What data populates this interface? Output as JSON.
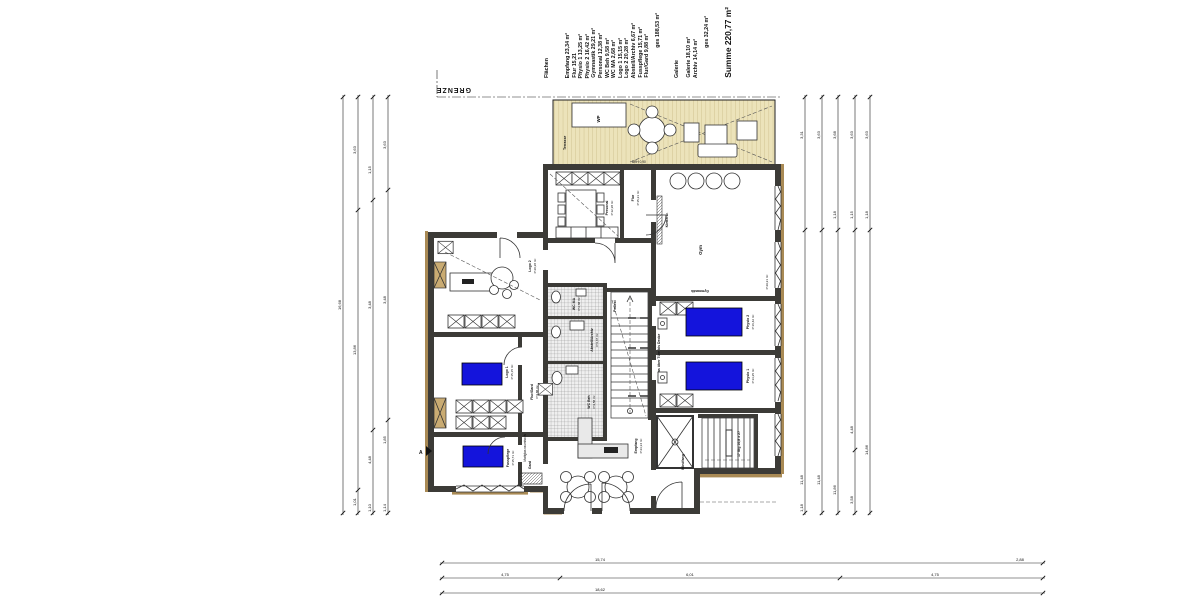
{
  "legend": {
    "flaechen_title": "Flächen",
    "main_items": [
      "Empfang 23,34 m²",
      "Flur 15,21",
      "Physio 1 13,25 m²",
      "Physio 2 16,42 m²",
      "Gymnastik 29,21 m²",
      "Personal 12,38 m²",
      "WC Beh 9,58 m²",
      "WC MA 2,68 m²",
      "Logo 1 15,15 m²",
      "Logo 2 20,28 m²",
      "Abstell/Archiv 6,67 m²",
      "Fusspflege 15,71 m²",
      "Flur/Gard 9,88 m²"
    ],
    "main_total": "ges 188,53 m²",
    "galerie_title": "Galerie",
    "galerie_items": [
      "Galerie 18,10 m²",
      "Archiv 14,14 m²"
    ],
    "galerie_total": "ges 32,24 m²",
    "summe": "Summe 220,77 m²"
  },
  "boundary": {
    "grenze": "GRENZE"
  },
  "rooms": {
    "terrasse": {
      "name": "Terrasse"
    },
    "wp": {
      "name": "WP"
    },
    "personal": {
      "name": "Personal",
      "area": "P:12,38 m²"
    },
    "flur": {
      "name": "Flur",
      "area": "P:15,21 m²"
    },
    "kletterwand": {
      "name": "Kletterw."
    },
    "gym": {
      "name": "Gym"
    },
    "gymnastik": {
      "name": "Gymnastik",
      "area": "P:29,21 m²"
    },
    "wc_ma": {
      "name": "WC MA",
      "area": "P:2,68 m²"
    },
    "abstell": {
      "name": "Abstell/Archiv",
      "area": "P:6,67 m²"
    },
    "wc_beh": {
      "name": "WC Beh",
      "area": "P:9,58 m²"
    },
    "podest": {
      "name": "Podest"
    },
    "logo2": {
      "name": "Logo 2",
      "area": "P:20,28 m²"
    },
    "logo1": {
      "name": "Logo 1",
      "area": "P:15,15 m²"
    },
    "flur_gard": {
      "name": "Flur/Gard",
      "area": "P:9,88 m²"
    },
    "fusspflege": {
      "name": "Fusspflege",
      "area": "P:15,71 m²"
    },
    "gard": {
      "name": "Gard"
    },
    "empfang": {
      "name": "Empfang",
      "area": "P:23,34 m²"
    },
    "windfang": {
      "name": "Windfang"
    },
    "physio2": {
      "name": "Physio 2",
      "area": "P:16,42 m²"
    },
    "physio1": {
      "name": "Physio 1",
      "area": "P:13,25 m²"
    }
  },
  "notes": {
    "mattglas": "Mattglas über Türe bis Decke",
    "mattglas_raumhoch": "Mattglas raumhoch",
    "stair": "17 Stg 16,8 x 27",
    "brh": "BRH 0,90",
    "section": "A"
  },
  "dims": {
    "left": [
      [
        "16,68"
      ],
      [
        "3,63",
        "13,86",
        "1,01"
      ],
      [
        "1,15",
        "3,48",
        "4,48",
        "1,10"
      ],
      [
        "3,63",
        "3,48",
        "1,85",
        "1,14"
      ]
    ],
    "right": [
      [
        "3,31",
        "11,48",
        "1,18"
      ],
      [
        "3,63",
        "11,48"
      ],
      [
        "3,68",
        "1,18",
        "11,86"
      ],
      [
        "3,63",
        "1,15",
        "4,48",
        "3,58"
      ],
      [
        "3,63",
        "1,18",
        "14,86"
      ]
    ],
    "bottom": [
      [
        "15,74",
        "2,88"
      ],
      [
        "4,75",
        "6,01",
        "4,75"
      ],
      [
        "18,62"
      ]
    ]
  },
  "colors": {
    "deck": "#ece3ba",
    "wall": "#3c3b37",
    "mat_blue": "#1414dc",
    "wood": "#a98a55"
  }
}
